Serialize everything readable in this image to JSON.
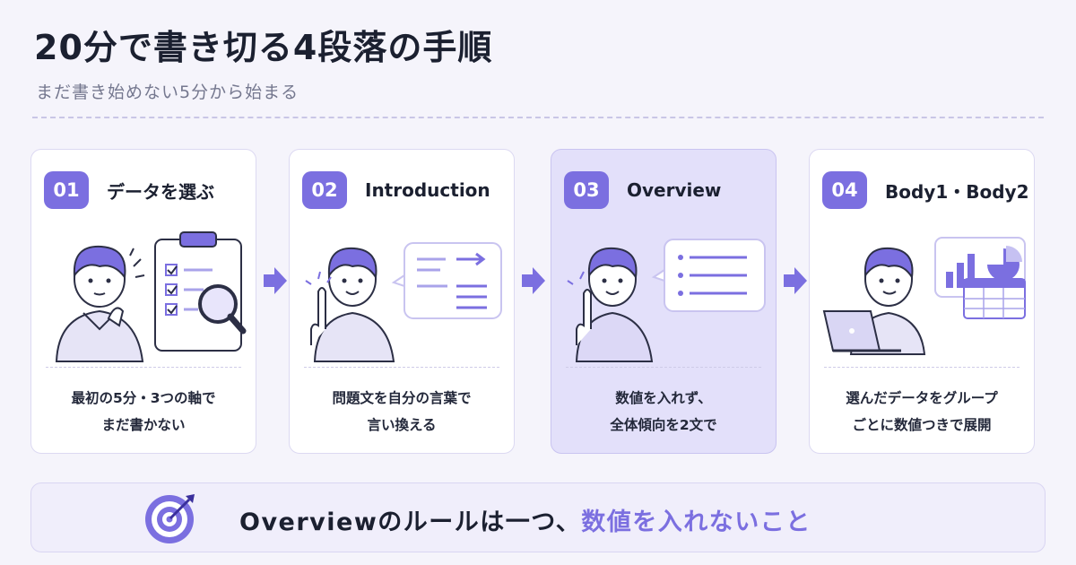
{
  "header": {
    "title": "20分で書き切る4段落の手順",
    "subtitle": "まだ書き始めない5分から始まる"
  },
  "steps": [
    {
      "number": "01",
      "title": "データを選ぶ",
      "desc_line1": "最初の5分・3つの軸で",
      "desc_line2": "まだ書かない",
      "icon": "magnifier-checklist-icon"
    },
    {
      "number": "02",
      "title": "Introduction",
      "desc_line1": "問題文を自分の言葉で",
      "desc_line2": "言い換える",
      "icon": "speech-bubble-arrow-icon"
    },
    {
      "number": "03",
      "title": "Overview",
      "desc_line1": "数値を入れず、",
      "desc_line2": "全体傾向を2文で",
      "icon": "speech-bubble-list-icon",
      "active": true
    },
    {
      "number": "04",
      "title": "Body1・Body2",
      "desc_line1": "選んだデータをグループ",
      "desc_line2": "ごとに数値つきで展開",
      "icon": "laptop-chart-icon"
    }
  ],
  "banner": {
    "text_main": "Overviewのルールは一つ、",
    "text_highlight": "数値を入れないこと",
    "icon": "target-icon"
  },
  "colors": {
    "accent": "#7b6fe0",
    "background": "#f5f4fb",
    "active_card": "#e3e0fa",
    "text": "#1b2030"
  }
}
